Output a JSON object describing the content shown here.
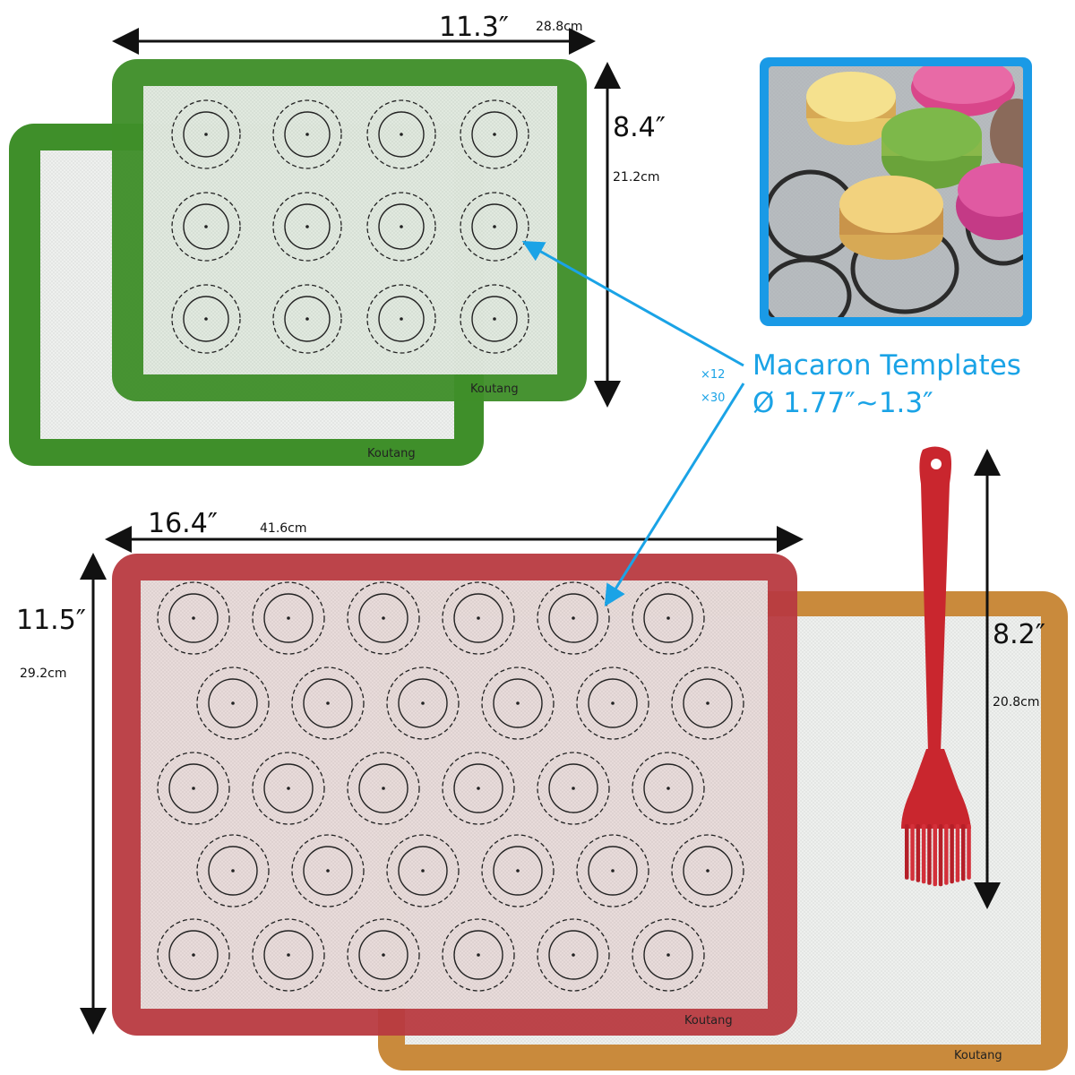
{
  "dimensions": {
    "small_width_in": "11.3″",
    "small_width_cm": "28.8cm",
    "small_height_in": "8.4″",
    "small_height_cm": "21.2cm",
    "large_width_in": "16.4″",
    "large_width_cm": "41.6cm",
    "large_height_in": "11.5″",
    "large_height_cm": "29.2cm",
    "orange_height_in": "8.2″",
    "orange_height_cm": "20.8cm"
  },
  "callout": {
    "title": "Macaron Templates",
    "size": "Ø 1.77″~1.3″",
    "count_small": "×12",
    "count_large": "×30"
  },
  "brand": "Koutang",
  "colors": {
    "green_mat": "#3f8f2a",
    "red_mat": "#b83a40",
    "orange_mat": "#c98a3c",
    "mat_inner": "#eef0ee",
    "arrow_blue": "#1aa3e6",
    "photo_frame": "#1a9ae6",
    "brush_red": "#c9262e"
  },
  "icons": [
    "macaron-photo",
    "basting-brush-icon",
    "arrow-icon"
  ]
}
